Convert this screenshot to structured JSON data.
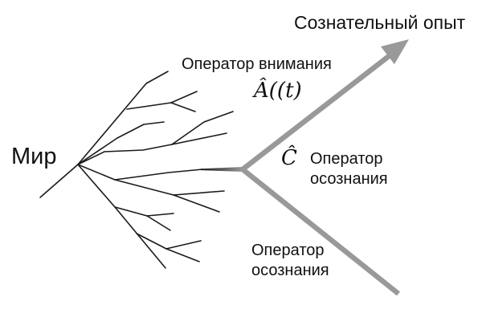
{
  "diagram": {
    "world_label": "Мир",
    "conscious_experience_label": "Сознательный опыт",
    "attention_operator_label": "Оператор внимания",
    "attention_operator_formula": "Â((t)",
    "awareness_operator_formula": "Ĉ",
    "awareness_operator_right": {
      "line1": "Оператор",
      "line2": "осознания"
    },
    "awareness_operator_bottom": {
      "line1": "Оператор",
      "line2": "осознания"
    }
  },
  "colors": {
    "branch_line": "#1a1a1a",
    "arrow_gray": "#999999",
    "text": "#111111",
    "background": "#ffffff"
  }
}
